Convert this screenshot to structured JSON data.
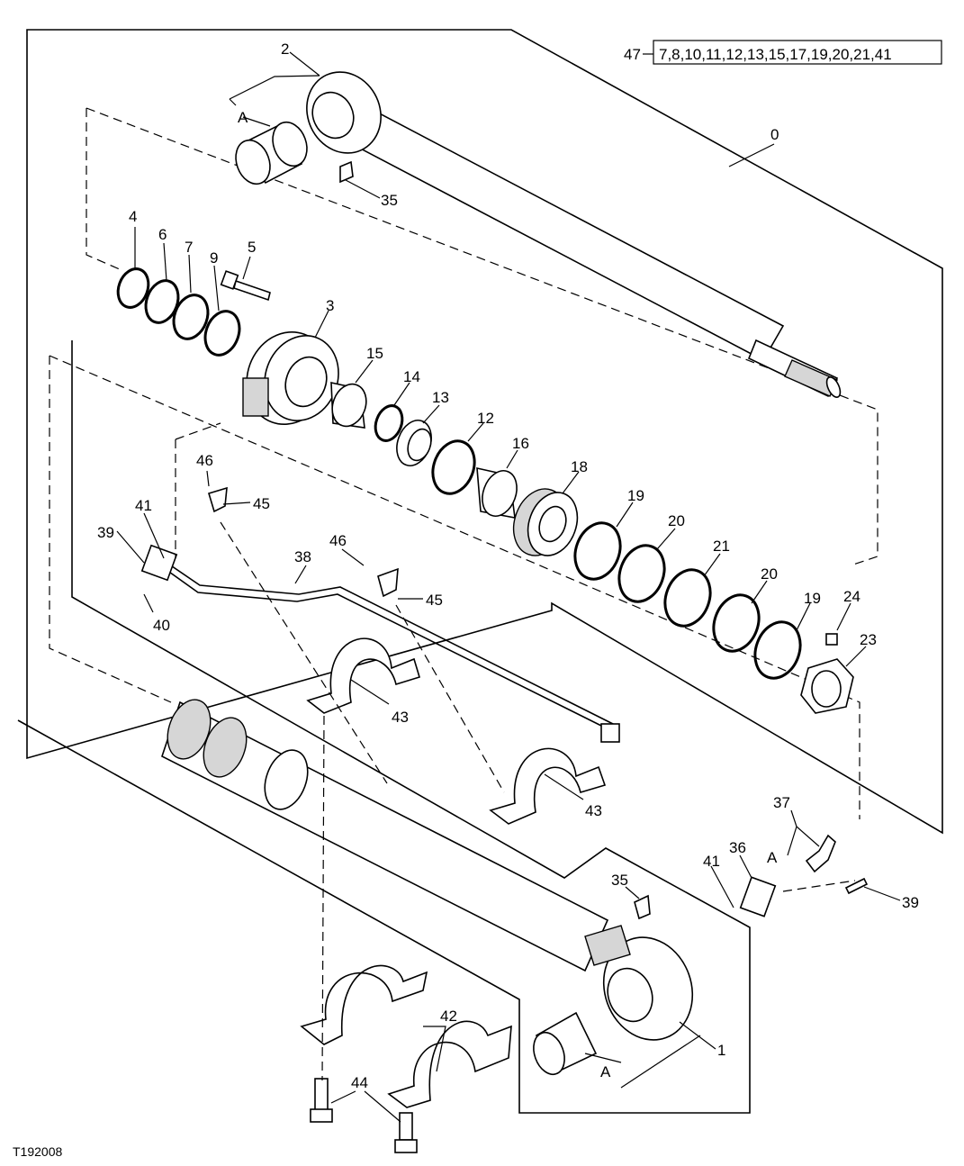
{
  "figure_id": "T192008",
  "kit_callout": {
    "number": "47",
    "parts": "7,8,10,11,12,13,15,17,19,20,21,41"
  },
  "labels": {
    "l0": "0",
    "l1": "1",
    "l2": "2",
    "l3": "3",
    "l4": "4",
    "l5": "5",
    "l6": "6",
    "l7": "7",
    "l9": "9",
    "l12": "12",
    "l13": "13",
    "l14": "14",
    "l15": "15",
    "l16": "16",
    "l18": "18",
    "l19a": "19",
    "l19b": "19",
    "l20a": "20",
    "l20b": "20",
    "l21": "21",
    "l23": "23",
    "l24": "24",
    "l35a": "35",
    "l35b": "35",
    "l36": "36",
    "l37": "37",
    "l38": "38",
    "l39a": "39",
    "l39b": "39",
    "l40": "40",
    "l41a": "41",
    "l41b": "41",
    "l42": "42",
    "l43a": "43",
    "l43b": "43",
    "l44": "44",
    "l45a": "45",
    "l45b": "45",
    "l46a": "46",
    "l46b": "46",
    "lA1": "A",
    "lA2": "A",
    "lA3": "A"
  }
}
